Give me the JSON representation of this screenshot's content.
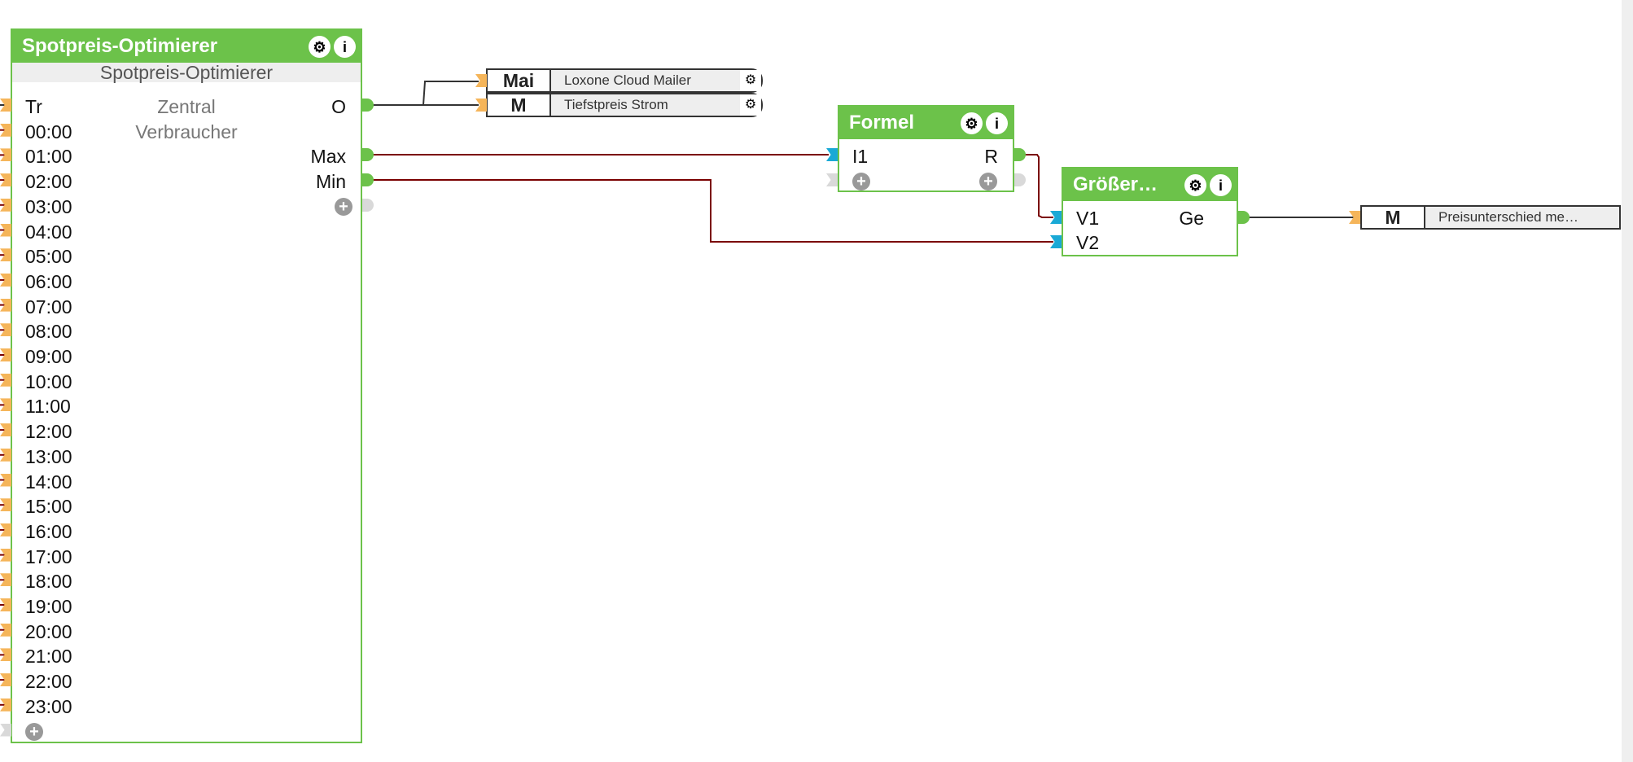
{
  "blocks": {
    "spotpreis": {
      "title": "Spotpreis-Optimierer",
      "subtitle": "Spotpreis-Optimierer",
      "center_labels": [
        "Zentral",
        "Verbraucher"
      ],
      "inputs": [
        "Tr",
        "00:00",
        "01:00",
        "02:00",
        "03:00",
        "04:00",
        "05:00",
        "06:00",
        "07:00",
        "08:00",
        "09:00",
        "10:00",
        "11:00",
        "12:00",
        "13:00",
        "14:00",
        "15:00",
        "16:00",
        "17:00",
        "18:00",
        "19:00",
        "20:00",
        "21:00",
        "22:00",
        "23:00"
      ],
      "outputs": [
        "O",
        "",
        "Max",
        "Min"
      ]
    },
    "formel": {
      "title": "Formel",
      "inputs": [
        "I1"
      ],
      "outputs": [
        "R"
      ]
    },
    "groesser": {
      "title": "Größer…",
      "inputs": [
        "V1",
        "V2"
      ],
      "outputs": [
        "Ge"
      ]
    }
  },
  "mailers": [
    {
      "key": "Mai",
      "value": "Loxone Cloud Mailer"
    },
    {
      "key": "M",
      "value": "Tiefstpreis Strom"
    }
  ],
  "memory_output": {
    "key": "M",
    "value": "Preisunterschied me…"
  },
  "icons": {
    "gear": "⚙",
    "info": "i",
    "plus": "+"
  },
  "colors": {
    "block_green": "#6cc24a",
    "input_orange": "#f5b55a",
    "input_cyan": "#19a9d6",
    "wire_analog": "#7a0000",
    "wire_digital": "#333333"
  }
}
